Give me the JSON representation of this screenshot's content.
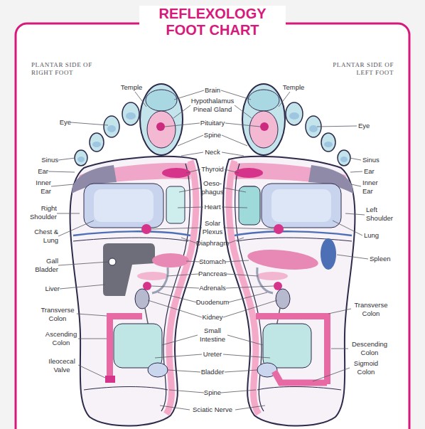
{
  "diagram": {
    "title": "REFLEXOLOGY FOOT CHART",
    "labels": [
      "PLANTAR SIDE OF RIGHT FOOT",
      "PLANTAR SIDE OF LEFT FOOT",
      "Temple",
      "Brain",
      "Temple",
      "Hypothalamus Pineal Gland",
      "Eye",
      "Pituitary",
      "Eye",
      "Spine",
      "Neck",
      "Sinus",
      "Sinus",
      "Ear",
      "Ear",
      "Thyroid",
      "Inner Ear",
      "Inner Ear",
      "Oeso- phagus",
      "Heart",
      "Right Shoulder",
      "Left Shoulder",
      "Chest & Lung",
      "Solar Plexus",
      "Lung",
      "Diaphragm",
      "Gall Bladder",
      "Stomach",
      "Spleen",
      "Pancreas",
      "Liver",
      "Adrenals",
      "Duodenum",
      "Transverse Colon",
      "Transverse Colon",
      "Kidney",
      "Ascending Colon",
      "Small Intestine",
      "Descending Colon",
      "Ileocecal Valve",
      "Ureter",
      "Sigmoid Colon",
      "Bladder",
      "Spine",
      "Sciatic Nerve"
    ]
  }
}
